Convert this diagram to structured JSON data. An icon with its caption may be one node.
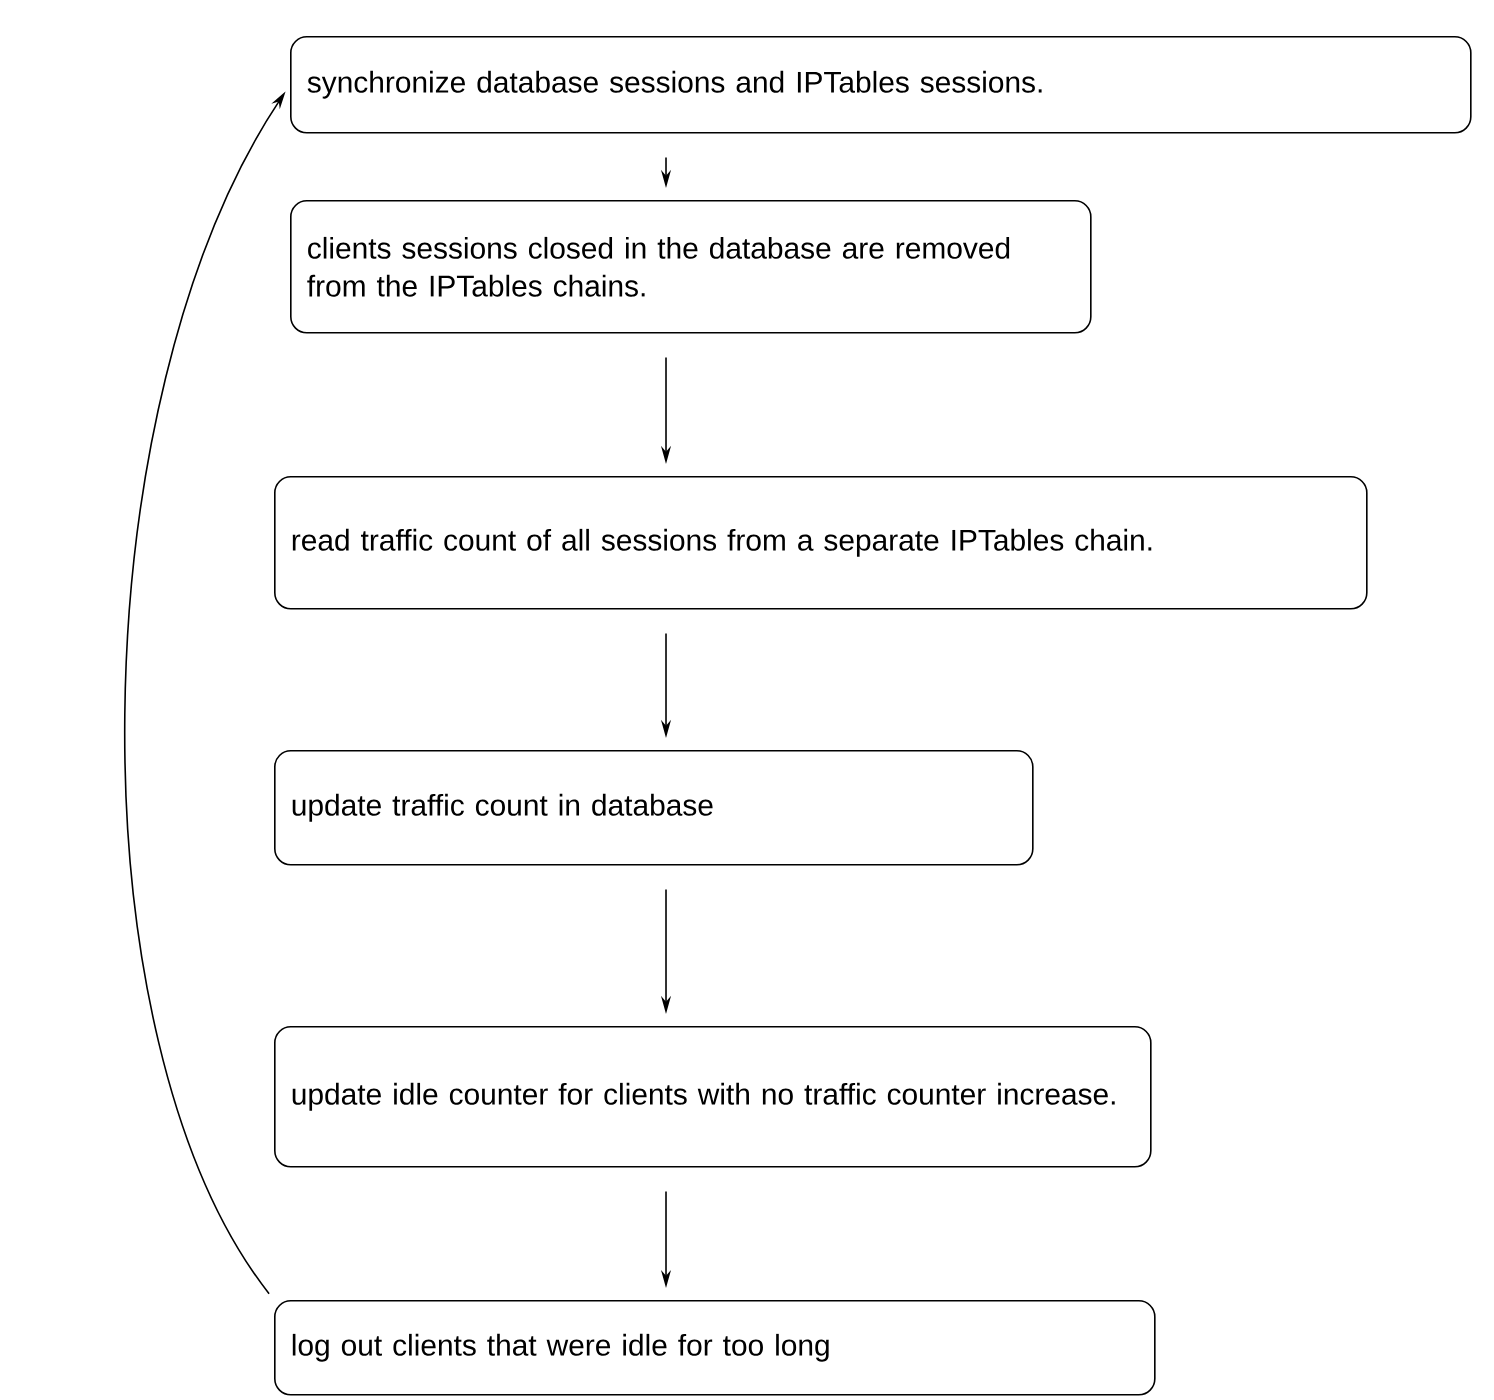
{
  "diagram": {
    "nodes": [
      {
        "text": [
          "synchronize database sessions and IPTables sessions."
        ]
      },
      {
        "text": [
          "clients sessions closed in the database are removed from the IPTables chains."
        ]
      },
      {
        "text": [
          "read traffic count of all sessions from a separate IPTables chain."
        ]
      },
      {
        "text": [
          "update traffic count in database"
        ]
      },
      {
        "text": [
          "update idle counter for clients with no traffic counter increase."
        ]
      },
      {
        "text": [
          "log out clients that were idle for too long"
        ]
      }
    ],
    "edges": [
      {
        "from": 0,
        "to": 1,
        "arrow": "to"
      },
      {
        "from": 1,
        "to": 2,
        "arrow": "to"
      },
      {
        "from": 2,
        "to": 3,
        "arrow": "to"
      },
      {
        "from": 3,
        "to": 4,
        "arrow": "to"
      },
      {
        "from": 4,
        "to": 5,
        "arrow": "to"
      },
      {
        "from": 5,
        "to": 0,
        "arrow": "to"
      }
    ]
  }
}
